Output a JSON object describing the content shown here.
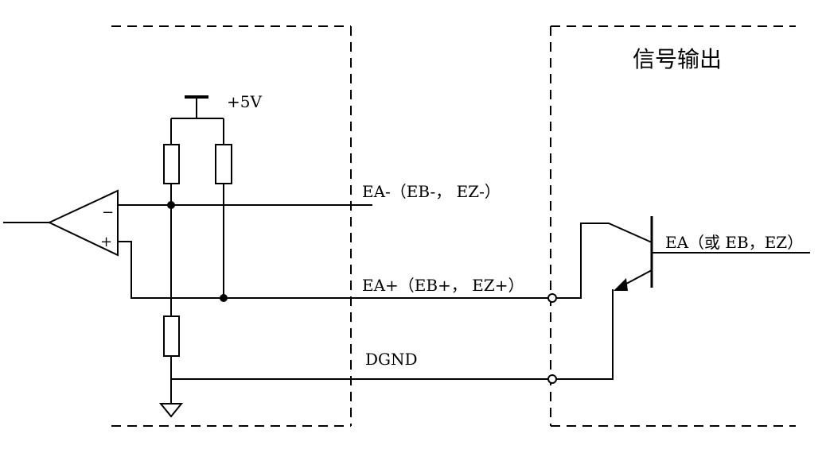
{
  "labels": {
    "signal_output": "信号输出",
    "supply": "+5V",
    "ea_minus": "EA-（EB-， EZ-）",
    "ea_plus": "EA+（EB+， EZ+）",
    "dgnd": "DGND",
    "ea_out": "EA（或 EB，EZ）",
    "comparator_minus": "−",
    "comparator_plus": "+"
  },
  "colors": {
    "stroke": "#000000",
    "background": "#ffffff"
  }
}
